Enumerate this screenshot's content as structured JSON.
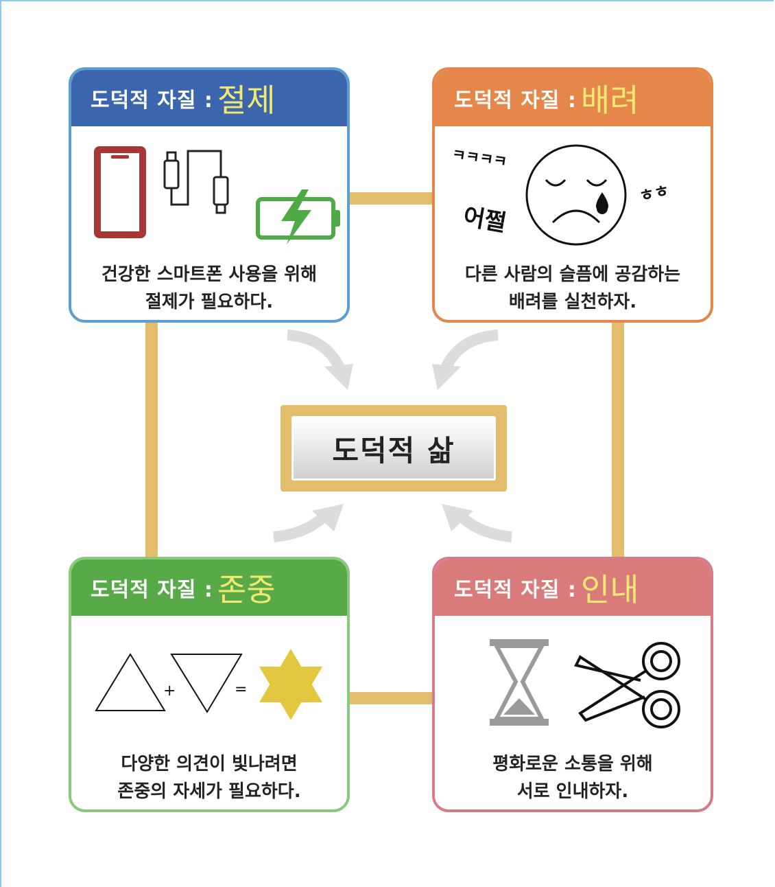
{
  "cards": [
    {
      "id": "moderation",
      "label": "도덕적 자질 :",
      "keyword": "절제",
      "header_color": "#3b66ae",
      "border_color": "#5b9fd1",
      "lines": [
        "건강한 스마트폰 사용을 위해",
        "절제가 필요하다."
      ],
      "icons": [
        "smartphone-icon",
        "usb-cable-icon",
        "charging-battery-icon"
      ]
    },
    {
      "id": "consideration",
      "label": "도덕적 자질 :",
      "keyword": "배려",
      "header_color": "#e5874a",
      "border_color": "#e5874a",
      "lines": [
        "다른 사람의 슬픔에 공감하는",
        "배려를 실천하자."
      ],
      "icons": [
        "crying-face-icon"
      ],
      "illustration_text": {
        "top_left": "ㅋㅋㅋㅋ",
        "left": "어쩔",
        "right": "ㅎㅎ"
      }
    },
    {
      "id": "respect",
      "label": "도덕적 자질 :",
      "keyword": "존중",
      "header_color": "#57aa47",
      "border_color": "#8bc97a",
      "lines": [
        "다양한 의견이 빛나려면",
        "존중의 자세가 필요하다."
      ],
      "icons": [
        "triangle-up-icon",
        "triangle-down-icon",
        "star-of-david-icon"
      ],
      "illustration_text": {
        "plus": "+",
        "equals": "="
      }
    },
    {
      "id": "patience",
      "label": "도덕적 자질 :",
      "keyword": "인내",
      "header_color": "#d97b7b",
      "border_color": "#d9798c",
      "lines": [
        "평화로운 소통을 위해",
        "서로 인내하자."
      ],
      "icons": [
        "hourglass-icon",
        "scissors-icon"
      ]
    }
  ],
  "center": {
    "label": "도덕적 삶"
  },
  "colors": {
    "connector": "#e3bd6c",
    "keyword": "#f3e870",
    "arrow": "#dcdcdc",
    "frame": "#8cc7ec"
  }
}
